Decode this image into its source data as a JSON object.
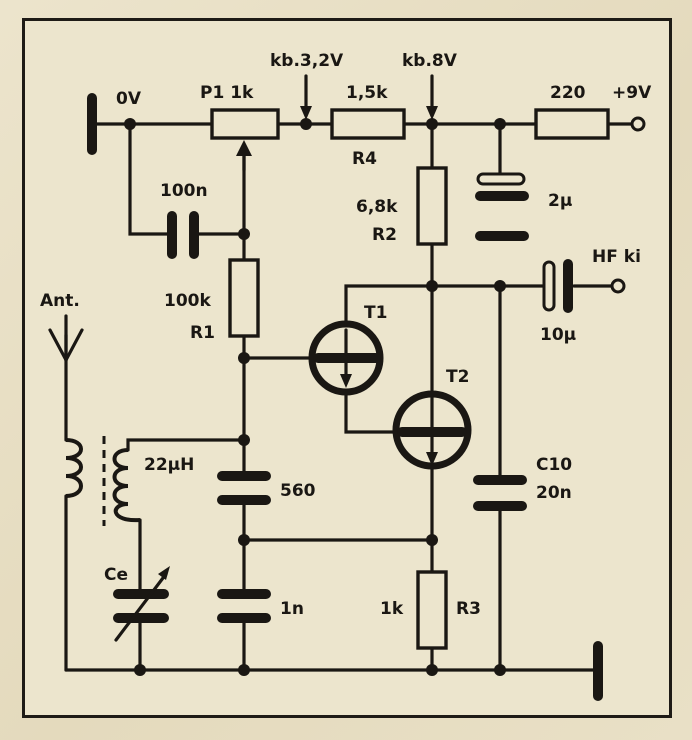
{
  "labels": {
    "zero_volt": "0V",
    "p1": "P1 1k",
    "kb_3_2v": "kb.3,2V",
    "kb_8v": "kb.8V",
    "r4_value": "1,5k",
    "r4_name": "R4",
    "r220": "220",
    "plus9v": "+9V",
    "c100n": "100n",
    "r2_value": "6,8k",
    "r2_name": "R2",
    "c2u": "2µ",
    "hf_out": "HF ki",
    "ant": "Ant.",
    "r1_value": "100k",
    "r1_name": "R1",
    "t1": "T1",
    "t2": "T2",
    "c10u": "10µ",
    "l22": "22µH",
    "c560": "560",
    "c10_name": "C10",
    "c10_value": "20n",
    "ce": "Ce",
    "c1n": "1n",
    "r3_value": "1k",
    "r3_name": "R3"
  }
}
